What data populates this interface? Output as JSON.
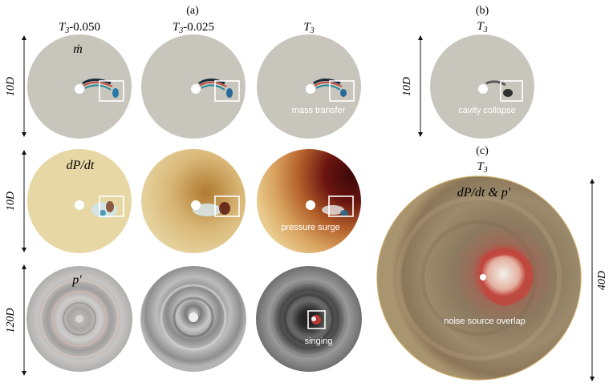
{
  "panel_a": {
    "label": "(a)",
    "columns": [
      {
        "base": "T",
        "sub": "3",
        "suffix": "-0.050"
      },
      {
        "base": "T",
        "sub": "3",
        "suffix": "-0.025"
      },
      {
        "base": "T",
        "sub": "3",
        "suffix": ""
      }
    ],
    "rows": [
      {
        "quantity": "ṁ",
        "scale": "10D"
      },
      {
        "quantity": "dP/dt",
        "scale": "10D"
      },
      {
        "quantity": "p′",
        "scale": "120D"
      }
    ],
    "annotations": [
      "mass transfer",
      "pressure surge",
      "singing"
    ]
  },
  "panel_b": {
    "label": "(b)",
    "column": {
      "base": "T",
      "sub": "3"
    },
    "scale": "10D",
    "annotation": "cavity collapse"
  },
  "panel_c": {
    "label": "(c)",
    "column": {
      "base": "T",
      "sub": "3"
    },
    "quantity": "dP/dt & p′",
    "scale": "40D",
    "annotation": "noise source overlap"
  },
  "colors": {
    "disc_gray": "#c8c6bc",
    "dpdt_bg": "#e7d7a4",
    "dpdt_dark": "#5a0d0d",
    "acoustic_gray": "#9c9a98",
    "highlight_box": "#ffffff",
    "overlap_red": "#c2463e",
    "overlap_bg": "#a08a6c"
  }
}
